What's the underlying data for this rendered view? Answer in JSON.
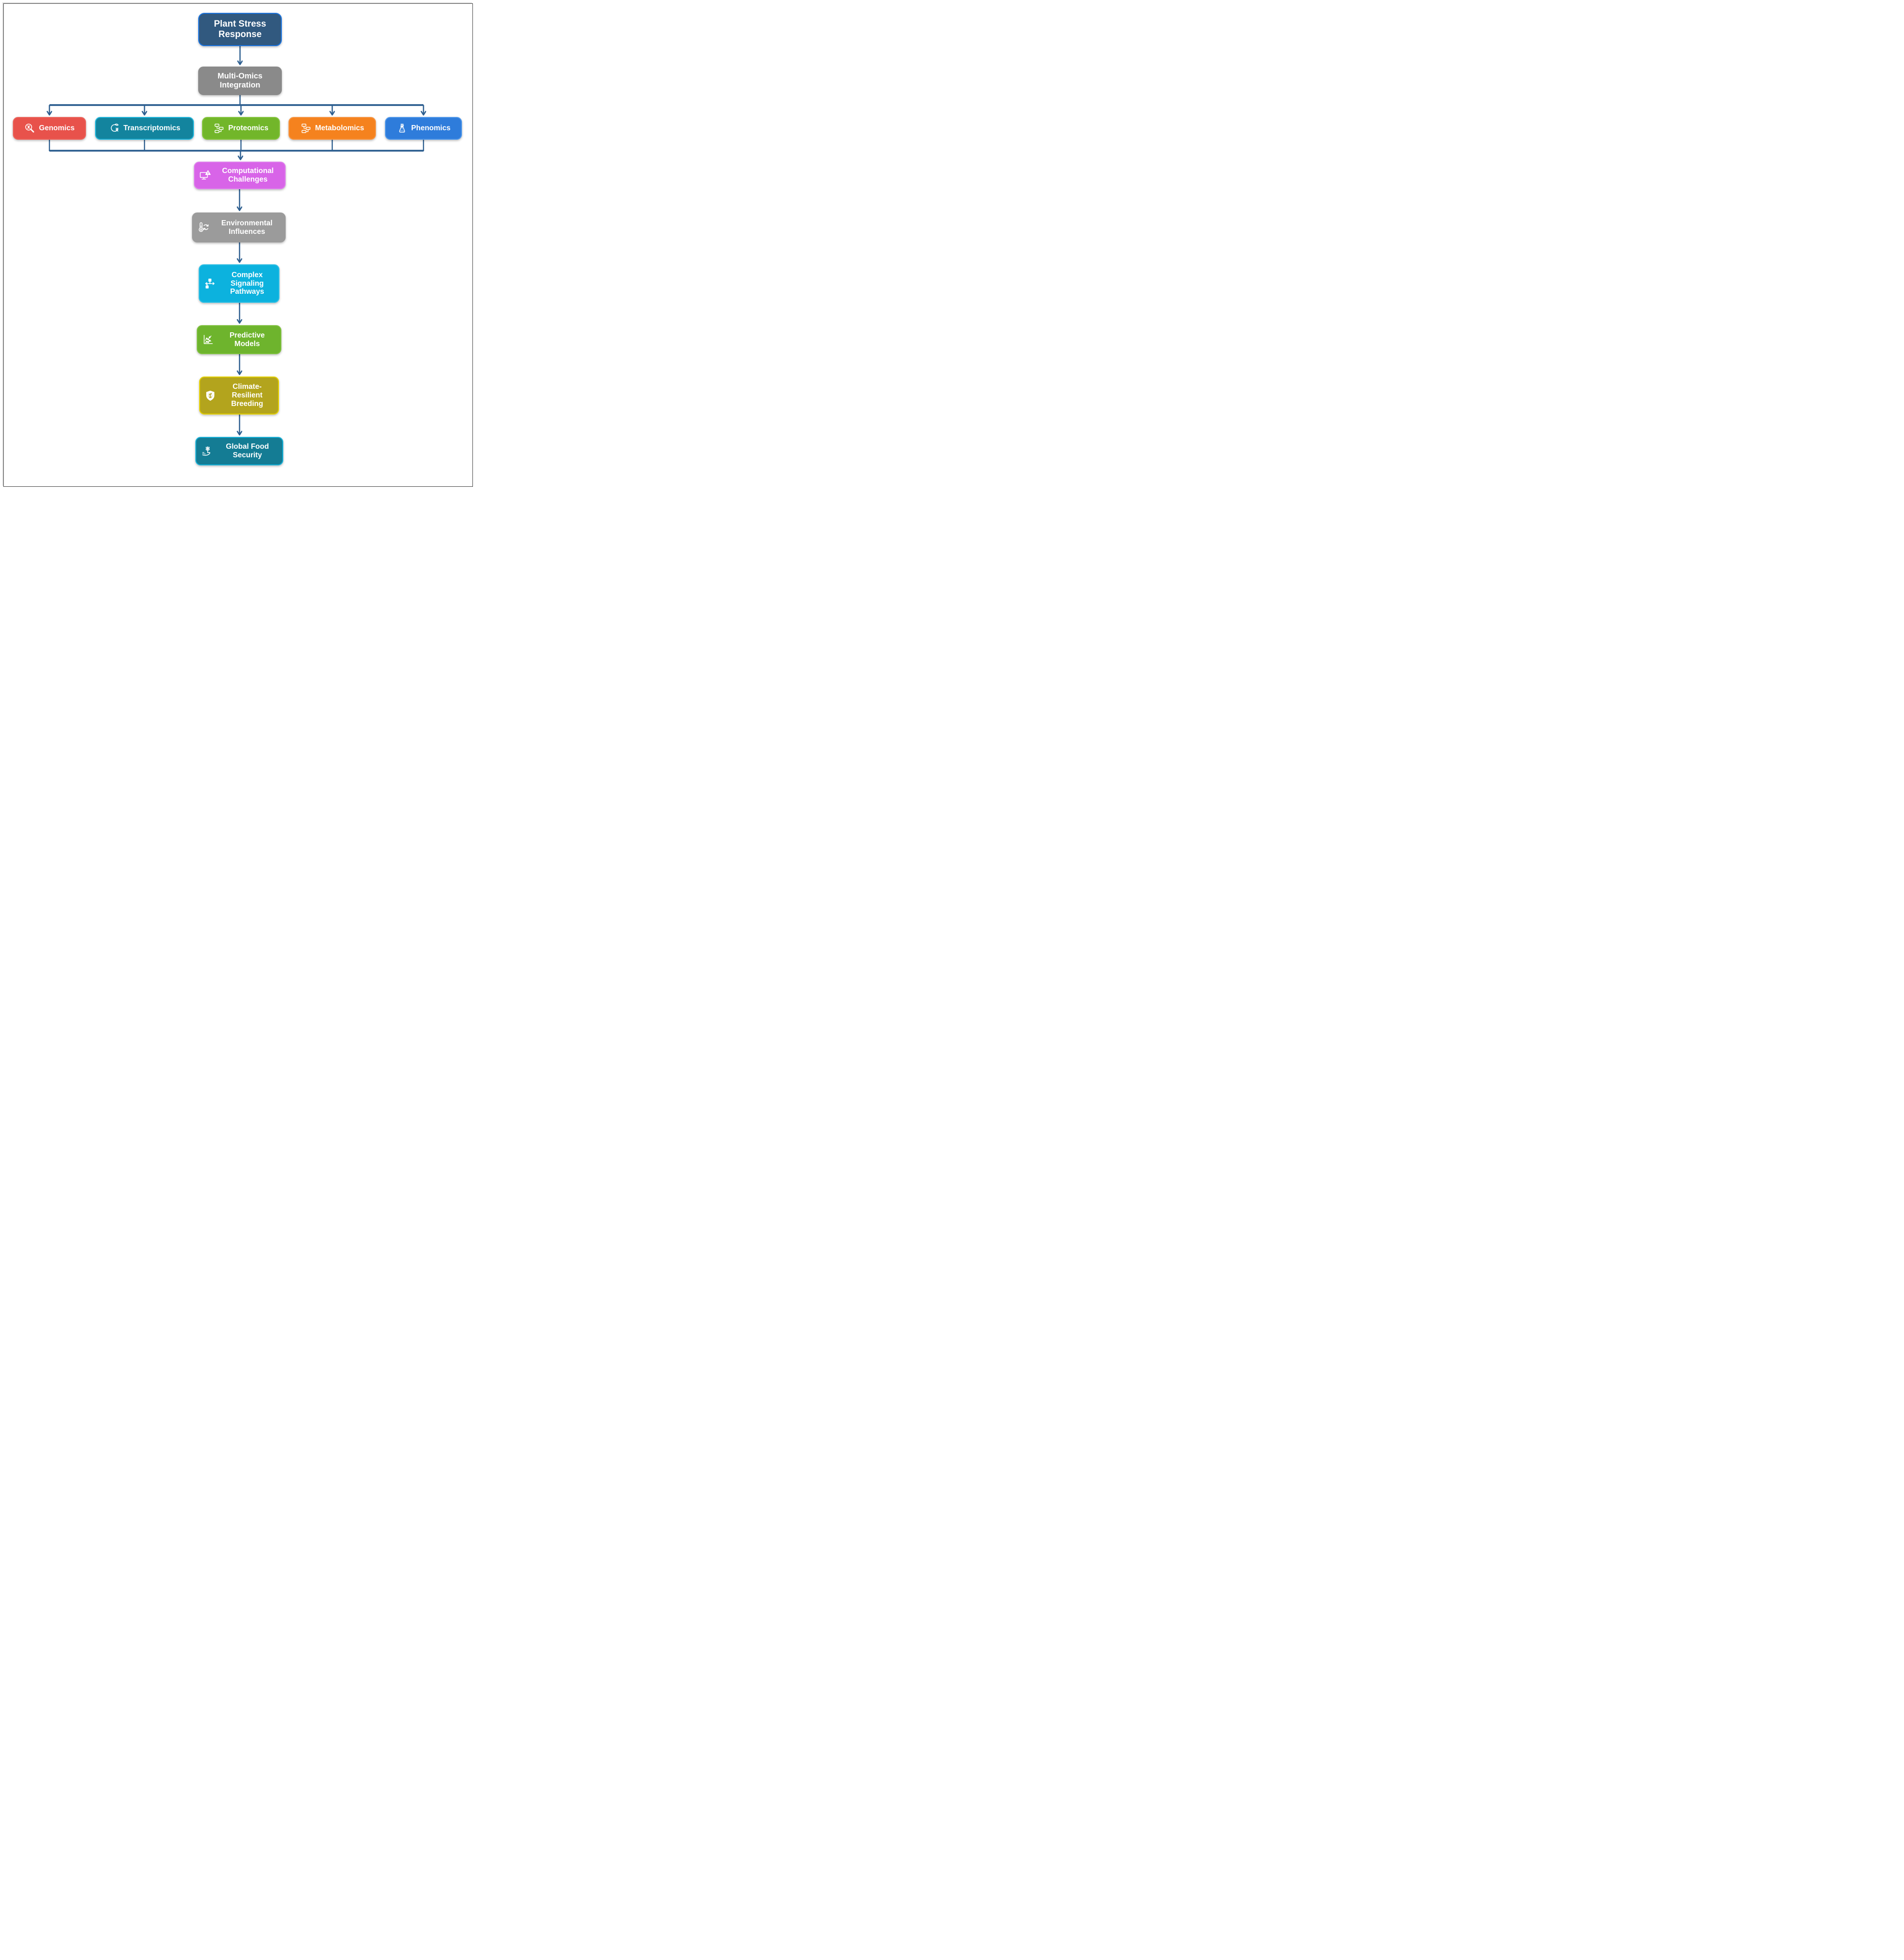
{
  "figure": {
    "connector_color": "#2e5f90",
    "frame_border": "#414141",
    "background": "#ffffff"
  },
  "nodes": {
    "plant_stress": {
      "label": "Plant Stress Response",
      "fill": "#31597f",
      "border": "#1b74e0"
    },
    "multi_omics": {
      "label": "Multi-Omics Integration",
      "fill": "#8a8a8a",
      "border": "#8a8a8a"
    },
    "genomics": {
      "label": "Genomics",
      "fill": "#e8524b",
      "border": "#eb655d",
      "icon": "dna-magnifier-icon"
    },
    "transcriptomics": {
      "label": "Transcriptomics",
      "fill": "#13849e",
      "border": "#1fb6dc",
      "icon": "rna-cycle-icon"
    },
    "proteomics": {
      "label": "Proteomics",
      "fill": "#72b62a",
      "border": "#85c43e",
      "icon": "process-blocks-icon"
    },
    "metabolomics": {
      "label": "Metabolomics",
      "fill": "#f5821e",
      "border": "#f79440",
      "icon": "process-blocks-icon"
    },
    "phenomics": {
      "label": "Phenomics",
      "fill": "#2e7cdb",
      "border": "#4e97ea",
      "icon": "flask-sprout-icon"
    },
    "computational": {
      "label": "Computational Challenges",
      "fill": "#d864e8",
      "border": "#de7dec",
      "icon": "monitor-alert-icon"
    },
    "environmental": {
      "label": "Environmental Influences",
      "fill": "#9b9b9b",
      "border": "#9b9b9b",
      "icon": "thermometer-cycle-icon"
    },
    "signaling": {
      "label": "Complex Signaling Pathways",
      "fill": "#0cb2de",
      "border": "#2fc0e6",
      "icon": "signal-network-icon"
    },
    "predictive": {
      "label": "Predictive Models",
      "fill": "#6eb42d",
      "border": "#7fc13e",
      "icon": "trend-chart-icon"
    },
    "climate": {
      "label": "Climate-Resilient Breeding",
      "fill": "#b3a41d",
      "border": "#e6d200",
      "icon": "shield-plant-icon"
    },
    "food_security": {
      "label": "Global Food Security",
      "fill": "#147c94",
      "border": "#16b2da",
      "icon": "wheat-sprout-icon"
    }
  }
}
